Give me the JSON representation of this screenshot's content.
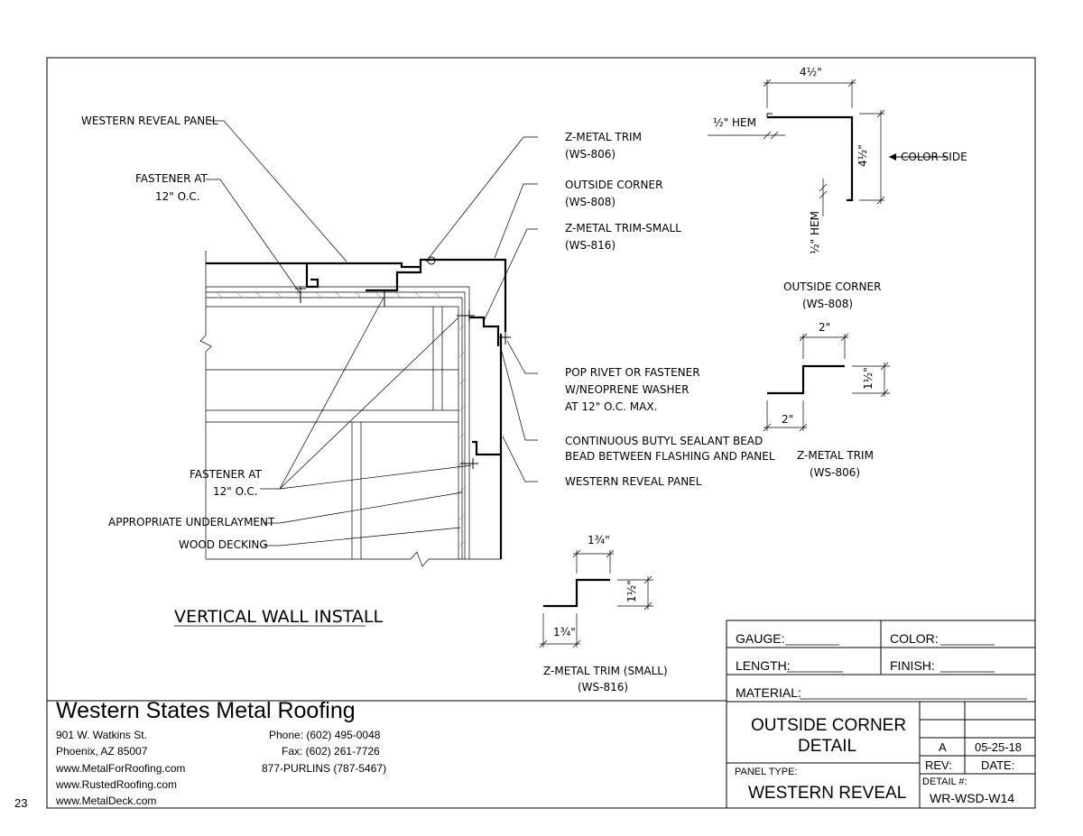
{
  "page_number": "23",
  "callouts": {
    "reveal_panel_top": "WESTERN REVEAL PANEL",
    "fastener_top_1": "FASTENER AT",
    "fastener_top_2": "12\" O.C.",
    "z_trim_1": "Z-METAL TRIM",
    "z_trim_2": "(WS-806)",
    "outside_corner_1": "OUTSIDE CORNER",
    "outside_corner_2": "(WS-808)",
    "z_trim_small_1": "Z-METAL TRIM-SMALL",
    "z_trim_small_2": "(WS-816)",
    "pop_rivet_1": "POP RIVET OR FASTENER",
    "pop_rivet_2": "W/NEOPRENE WASHER",
    "pop_rivet_3": "AT 12\" O.C. MAX.",
    "butyl_1": "CONTINUOUS BUTYL SEALANT BEAD",
    "butyl_2": "BEAD BETWEEN FLASHING AND PANEL",
    "reveal_panel_bottom": "WESTERN REVEAL PANEL",
    "fastener_bottom_1": "FASTENER AT",
    "fastener_bottom_2": "12\" O.C.",
    "underlayment": "APPROPRIATE UNDERLAYMENT",
    "decking": "WOOD DECKING",
    "main_title": "VERTICAL WALL INSTALL"
  },
  "details": {
    "outside_corner": {
      "dim_top": "4½\"",
      "hem_top": "½\" HEM",
      "dim_side": "4½\"",
      "hem_side": "½\" HEM",
      "color_side": "COLOR SIDE",
      "title": "OUTSIDE CORNER",
      "code": "(WS-808)"
    },
    "z_trim": {
      "dim_top": "2\"",
      "dim_side": "1½\"",
      "dim_bottom": "2\"",
      "title": "Z-METAL TRIM",
      "code": "(WS-806)"
    },
    "z_trim_small": {
      "dim_top": "1¾\"",
      "dim_side": "1½\"",
      "dim_bottom": "1¾\"",
      "title": "Z-METAL TRIM (SMALL)",
      "code": "(WS-816)"
    }
  },
  "title_block": {
    "gauge_label": "GAUGE:",
    "color_label": "COLOR:",
    "length_label": "LENGTH:",
    "finish_label": "FINISH:",
    "material_label": "MATERIAL:",
    "drawing_title_1": "OUTSIDE CORNER",
    "drawing_title_2": "DETAIL",
    "panel_type_label": "PANEL TYPE:",
    "panel_type": "WESTERN REVEAL",
    "rev_value": "A",
    "date_value": "05-25-18",
    "rev_label": "REV:",
    "date_label": "DATE:",
    "detail_label": "DETAIL #:",
    "detail_number": "WR-WSD-W14"
  },
  "company": {
    "name": "Western States Metal Roofing",
    "address_1": "901 W. Watkins St.",
    "address_2": "Phoenix, AZ 85007",
    "web_1": "www.MetalForRoofing.com",
    "web_2": "www.RustedRoofing.com",
    "web_3": "www.MetalDeck.com",
    "phone": "Phone: (602) 495-0048",
    "fax": "Fax: (602) 261-7726",
    "tollfree": "877-PURLINS (787-5467)"
  }
}
